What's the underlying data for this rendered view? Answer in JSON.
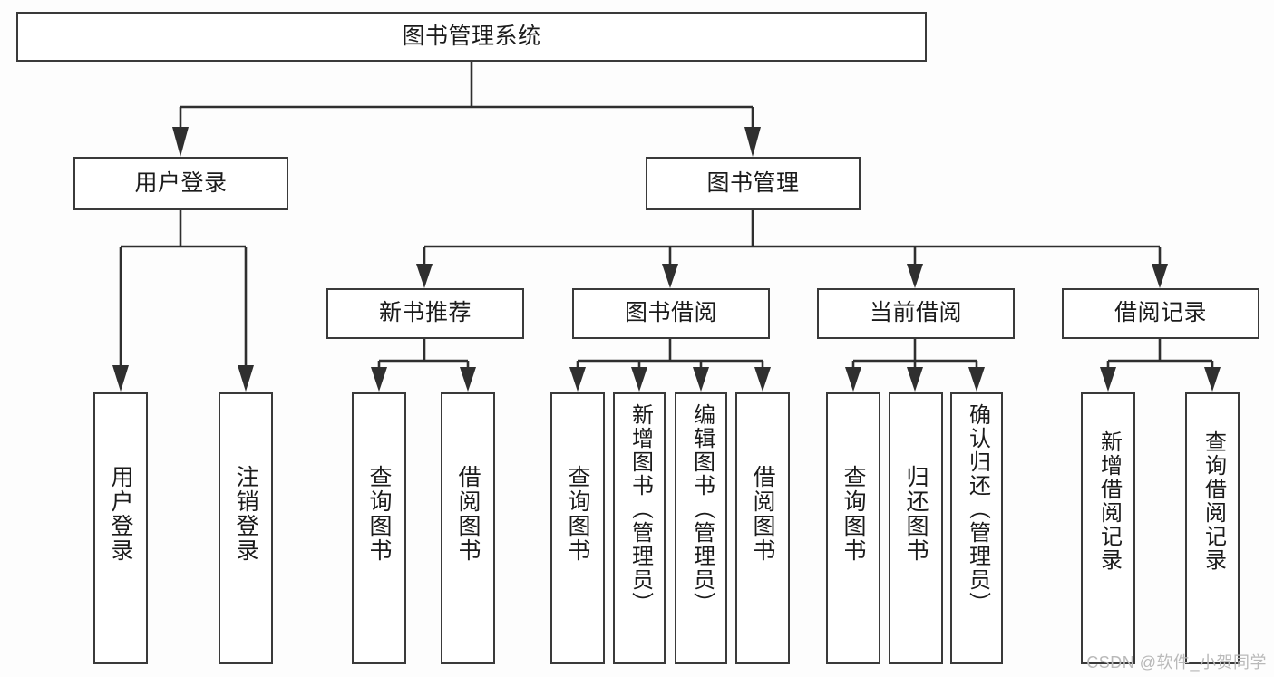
{
  "diagram": {
    "title": "图书管理系统",
    "type": "tree-hierarchy-diagram",
    "colors": {
      "background": "#fdfdfd",
      "box_fill": "#ffffff",
      "box_stroke": "#3a3a3a",
      "link_stroke": "#2f2f2f",
      "text": "#1b1b1b",
      "watermark": "#b9b9b9"
    }
  },
  "root": {
    "label": "图书管理系统"
  },
  "level2": [
    {
      "id": "user-login",
      "label": "用户登录"
    },
    {
      "id": "book-management",
      "label": "图书管理"
    }
  ],
  "level3": [
    {
      "id": "new-book-recommend",
      "label": "新书推荐"
    },
    {
      "id": "book-borrow",
      "label": "图书借阅"
    },
    {
      "id": "current-borrow",
      "label": "当前借阅"
    },
    {
      "id": "borrow-record",
      "label": "借阅记录"
    }
  ],
  "leaves": {
    "user_login": [
      {
        "id": "leaf-user-login",
        "label": "用户登录"
      },
      {
        "id": "leaf-logout-login",
        "label": "注销登录"
      }
    ],
    "new_book_recommend": [
      {
        "id": "leaf-query-book-1",
        "label": "查询图书"
      },
      {
        "id": "leaf-borrow-book-1",
        "label": "借阅图书"
      }
    ],
    "book_borrow": [
      {
        "id": "leaf-query-book-2",
        "label": "查询图书"
      },
      {
        "id": "leaf-add-book-admin",
        "label": "新增图书（管理员）"
      },
      {
        "id": "leaf-edit-book-admin",
        "label": "编辑图书（管理员）"
      },
      {
        "id": "leaf-borrow-book-2",
        "label": "借阅图书"
      }
    ],
    "current_borrow": [
      {
        "id": "leaf-query-book-3",
        "label": "查询图书"
      },
      {
        "id": "leaf-return-book",
        "label": "归还图书"
      },
      {
        "id": "leaf-confirm-return-admin",
        "label": "确认归还（管理员）"
      }
    ],
    "borrow_record": [
      {
        "id": "leaf-add-borrow-record",
        "label": "新增借阅记录"
      },
      {
        "id": "leaf-query-borrow-record",
        "label": "查询借阅记录"
      }
    ]
  },
  "watermark": "CSDN @软件_小贺同学"
}
